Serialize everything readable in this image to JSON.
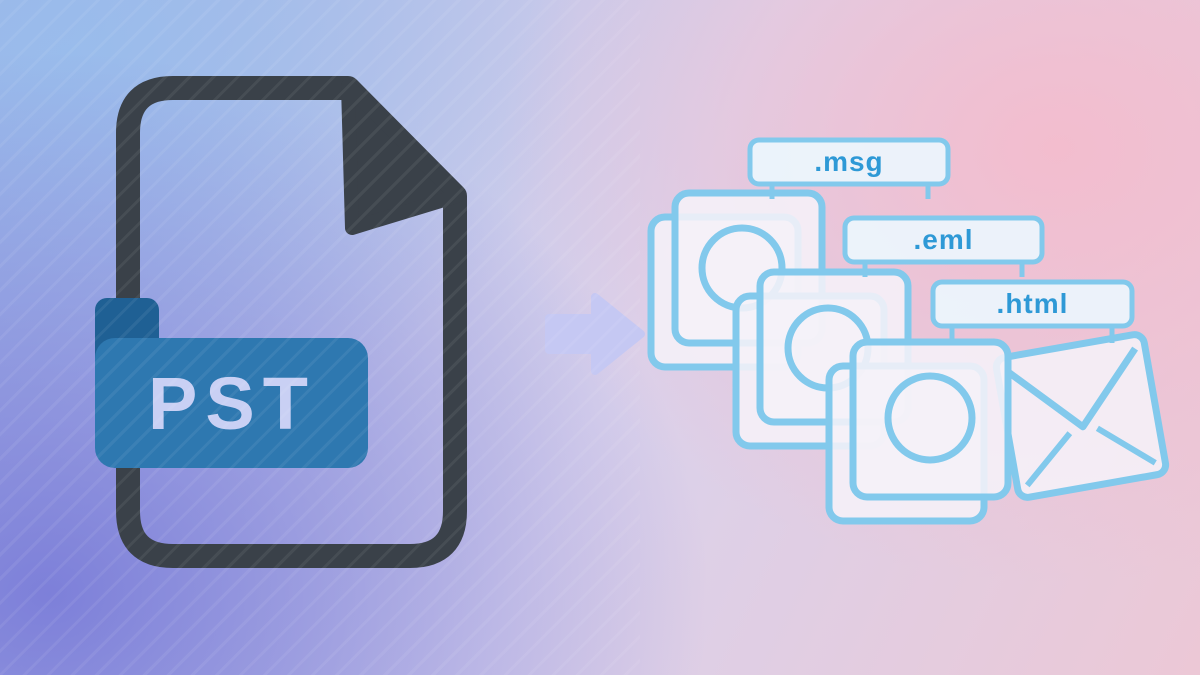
{
  "source": {
    "label": "PST"
  },
  "outputs": [
    {
      "label": ".msg"
    },
    {
      "label": ".eml"
    },
    {
      "label": ".html"
    }
  ],
  "colors": {
    "file-dark": "#3a4149",
    "ribbon": "#2e78b0",
    "ribbon-dark": "#1f6094",
    "ribbon-text": "#c9d0f4",
    "outline": "#82c9ec",
    "label-text": "#2e99d6",
    "arrow-color": "#c5c8f3"
  }
}
